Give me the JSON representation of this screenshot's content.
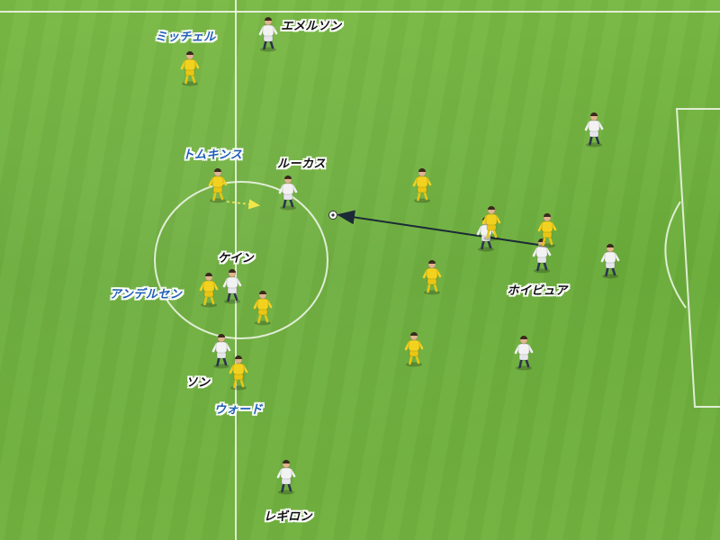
{
  "colors": {
    "pitch_line": "#f4f8ee",
    "white_team_shirt": "#f2f2f2",
    "yellow_team_shirt": "#f2d21e",
    "white_team_label": "#111111",
    "yellow_team_label": "#1f5fb8",
    "pass_arrow": "#1b2a36",
    "run_arrow": "#f2e64a"
  },
  "players": {
    "white": [
      {
        "id": "emerson",
        "label": "エメルソン"
      },
      {
        "id": "lucas",
        "label": "ルーカス"
      },
      {
        "id": "kane",
        "label": "ケイン"
      },
      {
        "id": "son",
        "label": "ソン"
      },
      {
        "id": "hojbjerg",
        "label": "ホイビュア"
      },
      {
        "id": "reguilon",
        "label": "レギロン"
      },
      {
        "id": "w7"
      },
      {
        "id": "w8"
      },
      {
        "id": "w9"
      },
      {
        "id": "w10"
      }
    ],
    "yellow": [
      {
        "id": "mitchell",
        "label": "ミッチェル"
      },
      {
        "id": "tomkins",
        "label": "トムキンス"
      },
      {
        "id": "andersen",
        "label": "アンデルセン"
      },
      {
        "id": "ward",
        "label": "ウォード"
      },
      {
        "id": "y5"
      },
      {
        "id": "y6"
      },
      {
        "id": "y7"
      },
      {
        "id": "y8"
      },
      {
        "id": "y9"
      },
      {
        "id": "y10"
      }
    ]
  }
}
